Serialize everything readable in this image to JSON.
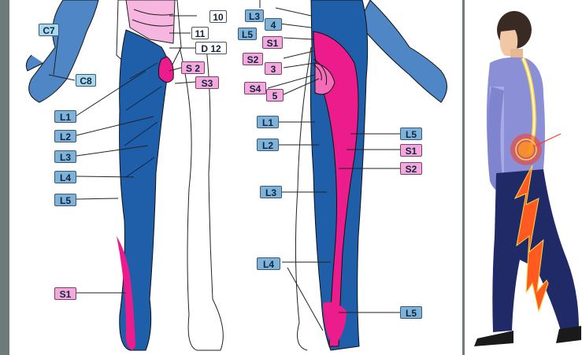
{
  "colors": {
    "background": "#6f7b78",
    "panel": "#ffffff",
    "dermatome_blue": "#1f5ea8",
    "dermatome_pink": "#ec1c8c",
    "label_blue": "#7fb2d8",
    "label_pink": "#f3a9dc",
    "jacket": "#8a8fd6",
    "trousers": "#1f2a66",
    "pain_glow": "#ff3b1f"
  },
  "labels": {
    "c7": "C7",
    "c8": "C8",
    "n10": "10",
    "n11": "11",
    "d12": "D 12",
    "s2_front": "S 2",
    "s3_front": "S3",
    "l1_left": "L1",
    "l2_left": "L2",
    "l3_left": "L3",
    "l4_left": "L4",
    "l5_left": "L5",
    "s1_left": "S1",
    "l3_back": "L3",
    "n4_back": "4",
    "l5_back_top": "L5",
    "s1_back_top": "S1",
    "s2_back_top": "S2",
    "n3_back": "3",
    "s4_back": "S4",
    "n5_back": "5",
    "l1_back": "L1",
    "l2_back": "L2",
    "l5_back": "L5",
    "s1_back": "S1",
    "s2_back": "S2",
    "l3_back_mid": "L3",
    "l4_back": "L4",
    "l5_back_foot": "L5"
  },
  "icons": {
    "pain": "lightning-bolt-icon"
  }
}
